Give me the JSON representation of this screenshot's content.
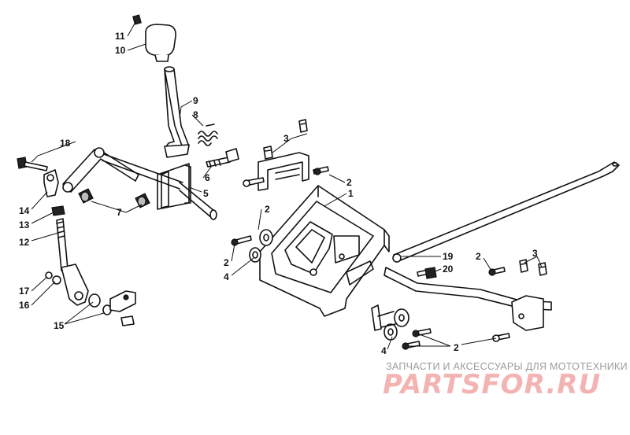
{
  "callouts": [
    "1",
    "2",
    "3",
    "4",
    "5",
    "6",
    "7",
    "8",
    "9",
    "10",
    "11",
    "12",
    "13",
    "14",
    "15",
    "16",
    "17",
    "18",
    "19",
    "20"
  ],
  "watermark": {
    "caption": "ЗАПЧАСТИ И АКСЕССУАРЫ ДЛЯ МОТОТЕХНИКИ",
    "brand": "PARTSFOR.RU"
  }
}
